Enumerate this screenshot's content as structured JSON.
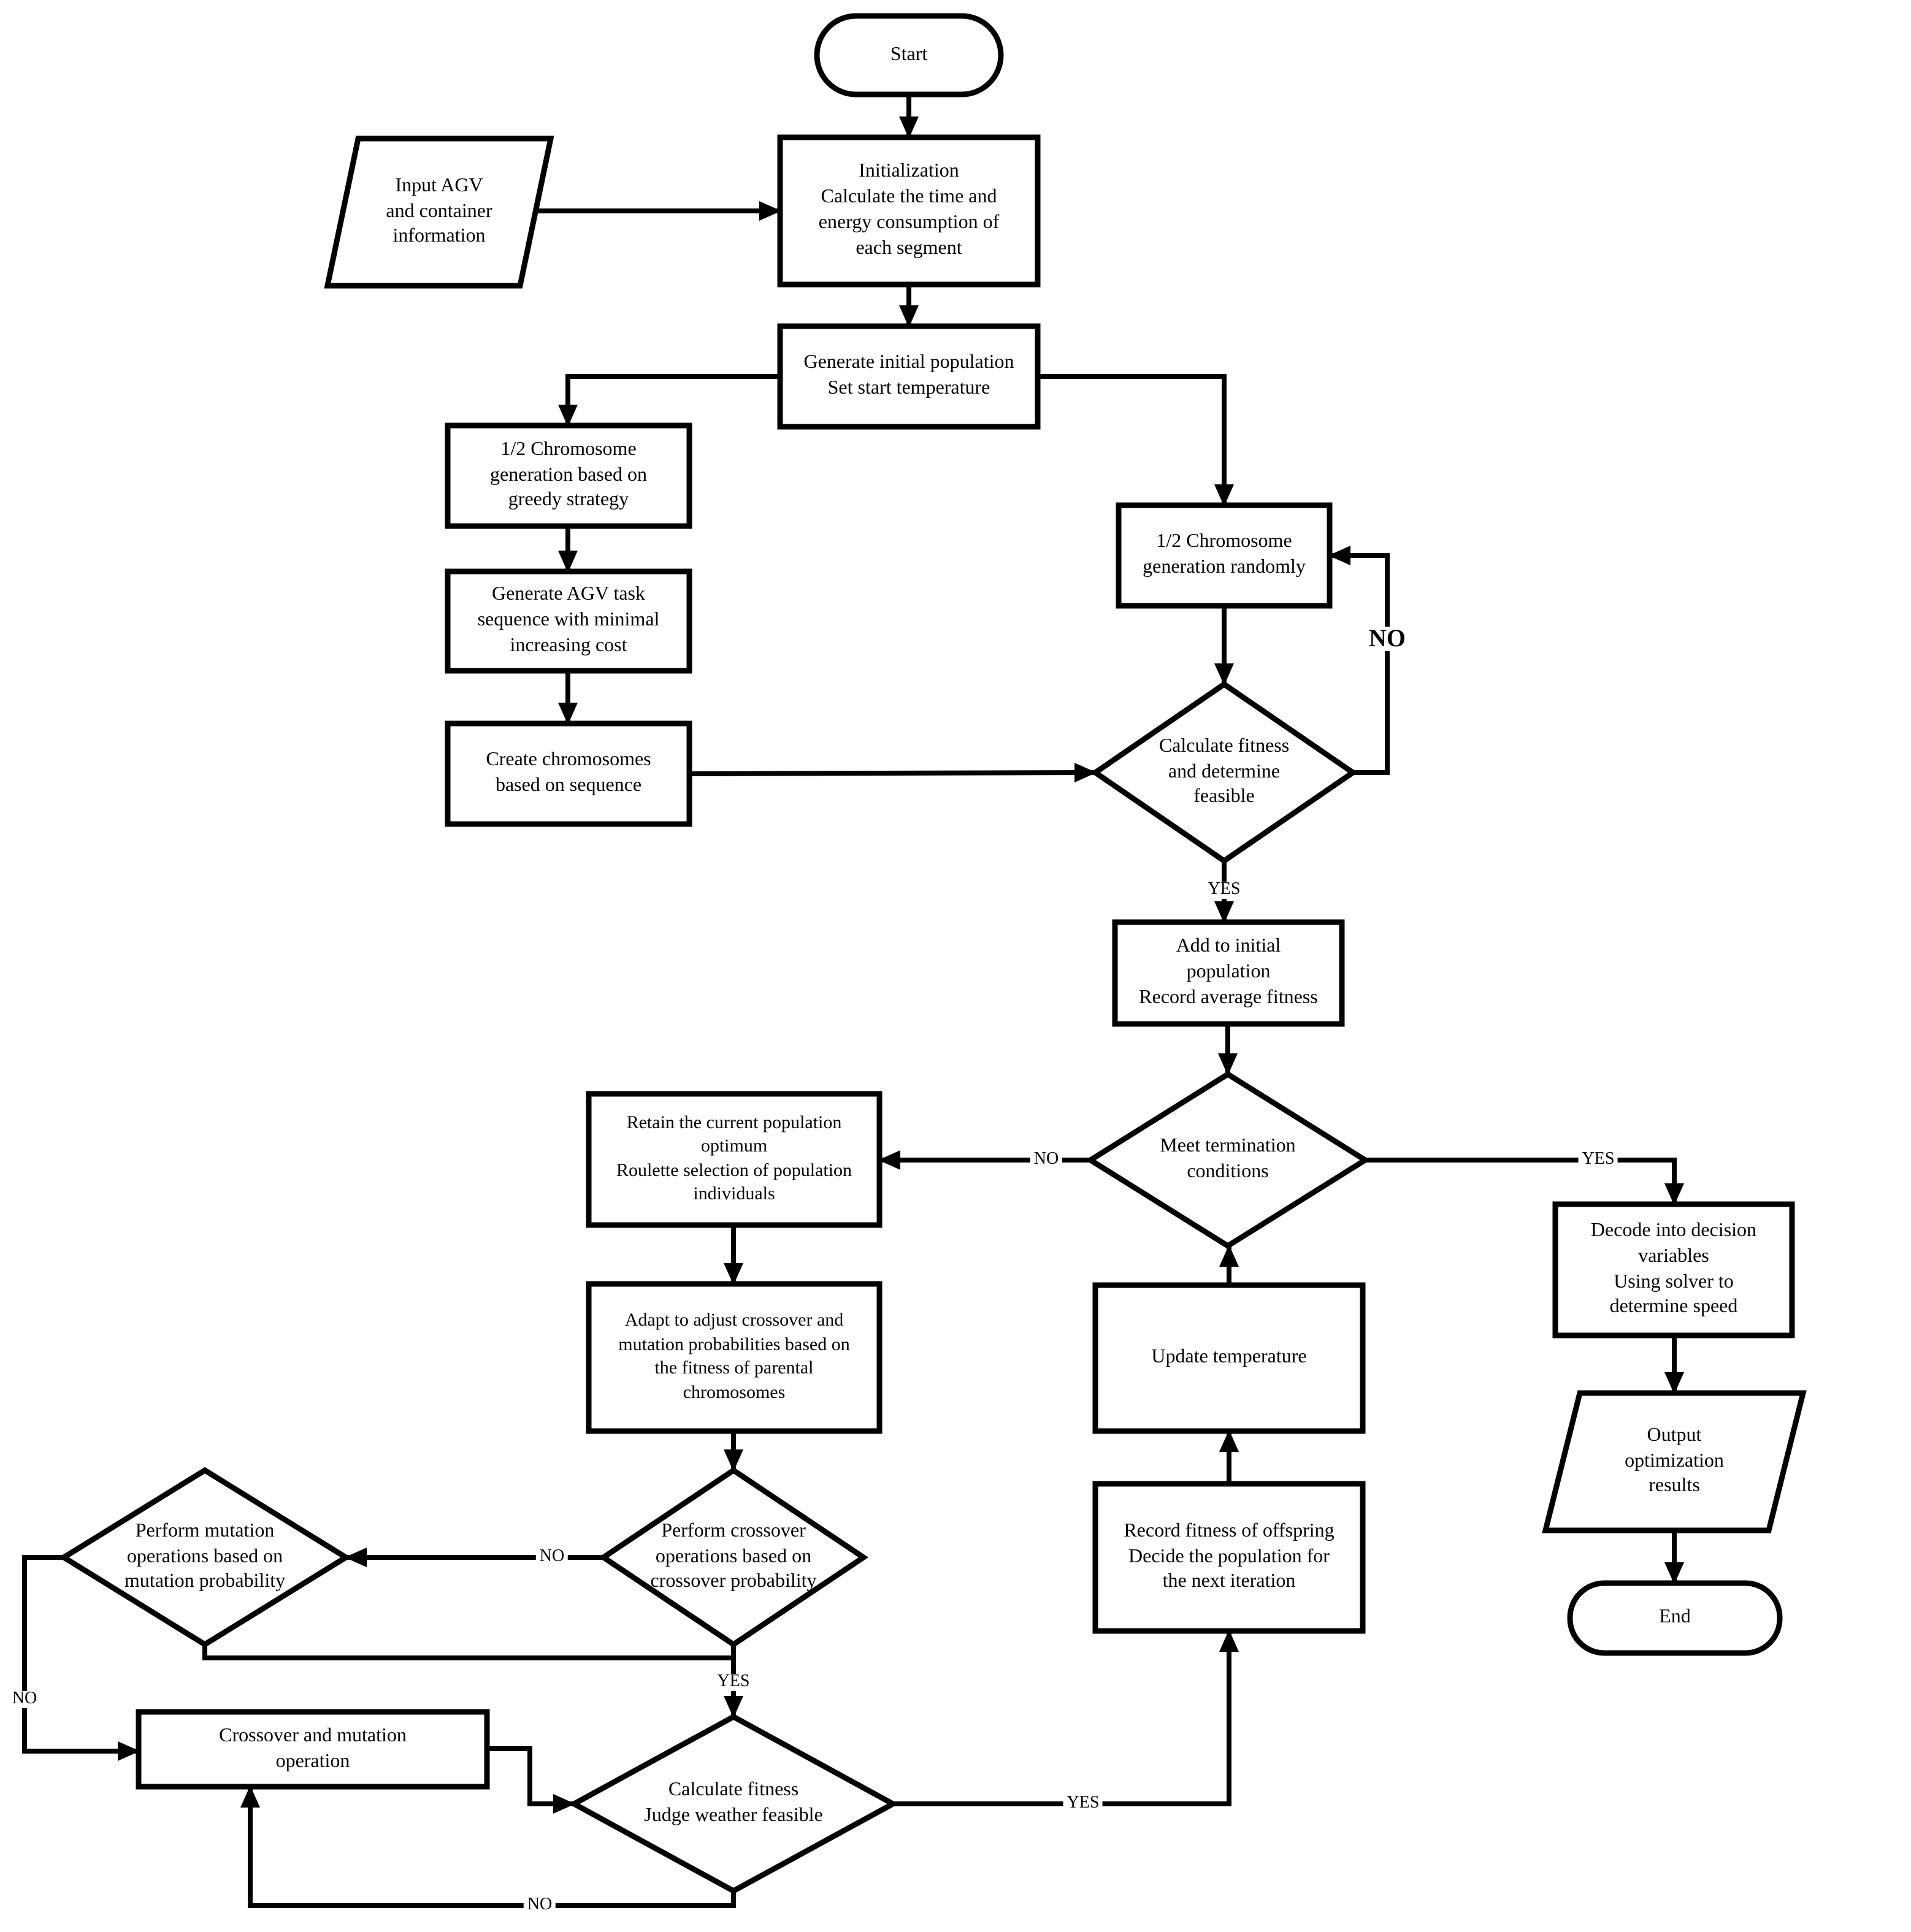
{
  "nodes": {
    "start": {
      "label": "Start"
    },
    "input_info": {
      "label": "Input AGV\nand container\ninformation"
    },
    "initialization": {
      "label": "Initialization\nCalculate the time and\nenergy consumption of\neach segment"
    },
    "generate_population": {
      "label": "Generate initial population\nSet start temperature"
    },
    "greedy_generation": {
      "label": "1/2 Chromosome\ngeneration based on\ngreedy strategy"
    },
    "agv_task_sequence": {
      "label": "Generate AGV task\nsequence with minimal\nincreasing cost"
    },
    "create_chromosomes": {
      "label": "Create chromosomes\nbased on sequence"
    },
    "random_generation": {
      "label": "1/2 Chromosome\ngeneration randomly"
    },
    "fitness_decision": {
      "label": "Calculate fitness\nand determine\nfeasible"
    },
    "add_population": {
      "label": "Add to initial\npopulation\nRecord average fitness"
    },
    "termination_decision": {
      "label": "Meet termination\nconditions"
    },
    "retain_roulette": {
      "label": "Retain the current population\noptimum\nRoulette selection of population\nindividuals"
    },
    "adapt_probabilities": {
      "label": "Adapt to adjust crossover and\nmutation probabilities based on\nthe fitness of parental\nchromosomes"
    },
    "crossover_decision": {
      "label": "Perform crossover\noperations based on\ncrossover probability"
    },
    "mutation_decision": {
      "label": "Perform mutation\noperations based on\nmutation probability"
    },
    "crossover_mutation_op": {
      "label": "Crossover and mutation\noperation"
    },
    "fitness_judge_decision": {
      "label": "Calculate fitness\nJudge weather feasible"
    },
    "record_offspring": {
      "label": "Record fitness of offspring\nDecide the population for\nthe next iteration"
    },
    "update_temperature": {
      "label": "Update temperature"
    },
    "decode_variables": {
      "label": "Decode into decision\nvariables\nUsing solver to\ndetermine speed"
    },
    "output_results": {
      "label": "Output\noptimization\nresults"
    },
    "end": {
      "label": "End"
    }
  },
  "edge_labels": {
    "random_loop_no": "NO",
    "fitness_yes": "YES",
    "termination_no": "NO",
    "termination_yes": "YES",
    "crossover_no": "NO",
    "crossover_yes": "YES",
    "mutation_no": "NO",
    "fitness_judge_yes": "YES",
    "fitness_judge_no": "NO"
  },
  "colors": {
    "stroke": "#000000",
    "background": "#ffffff"
  }
}
